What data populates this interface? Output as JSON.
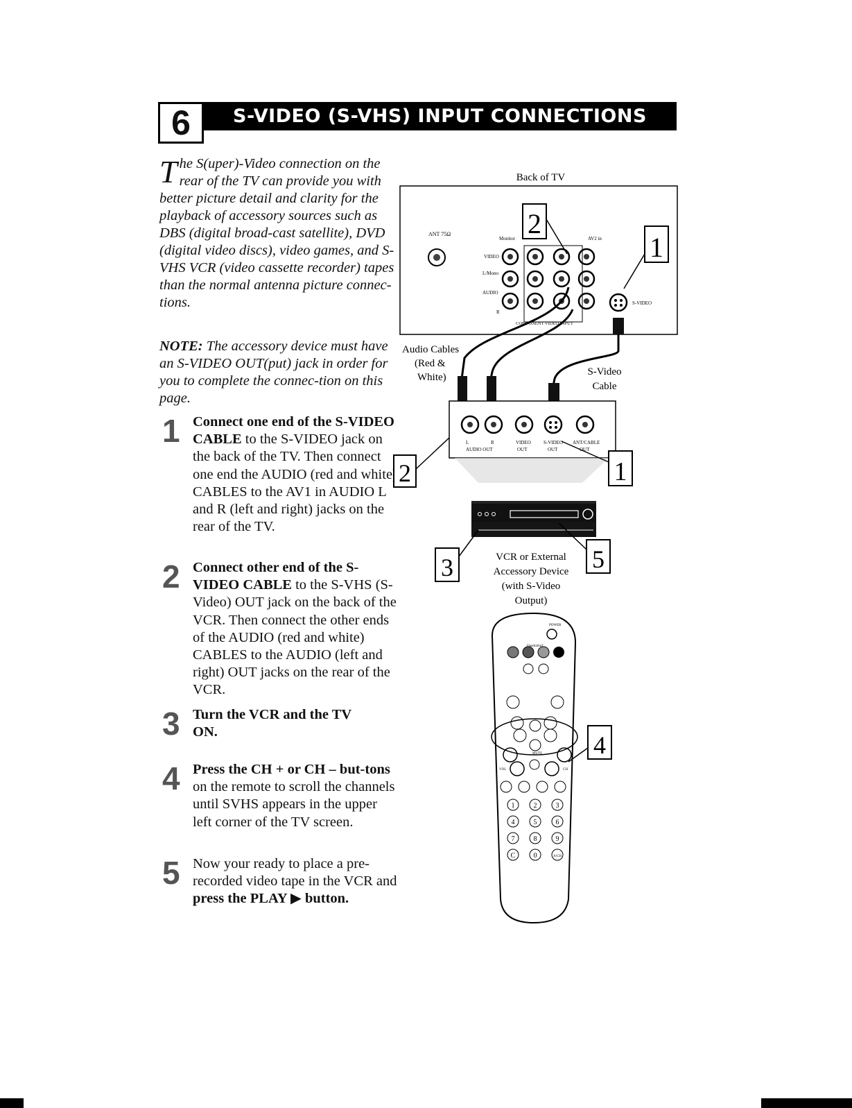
{
  "header": {
    "step_number": "6",
    "title": "S-VIDEO (S-VHS) INPUT CONNECTIONS"
  },
  "intro": {
    "drop_cap": "T",
    "text": "he S(uper)-Video connection on the rear of the TV can provide you with better picture detail and clarity for the playback of accessory sources such as DBS (digital broad-cast satellite), DVD (digital video discs), video games, and S-VHS VCR (video cassette recorder) tapes than the normal antenna picture connec-tions."
  },
  "note": {
    "label": "NOTE:",
    "text": "The accessory device must have an S-VIDEO OUT(put) jack in order for you to complete the connec-tion on this page."
  },
  "steps": [
    {
      "number": "1",
      "bold": "Connect one end of the S-VIDEO CABLE",
      "text": " to the S-VIDEO jack on the back of the TV. Then connect one end the AUDIO (red and white) CABLES to the AV1 in AUDIO L and R (left and right) jacks on the rear of the TV."
    },
    {
      "number": "2",
      "bold": "Connect other end of the S-VIDEO CABLE",
      "text": " to the S-VHS (S-Video) OUT jack on the back of the VCR. Then connect the other ends of the AUDIO (red and white) CABLES to the AUDIO (left and right) OUT jacks on the rear of the VCR."
    },
    {
      "number": "3",
      "bold": "Turn the VCR and the TV ON.",
      "text": ""
    },
    {
      "number": "4",
      "bold": "Press the CH + or CH – but-tons",
      "text": " on the remote to scroll the channels until SVHS appears in the upper left corner of the TV screen."
    },
    {
      "number": "5",
      "text_before": "Now your ready to place a pre-recorded video tape in the VCR and ",
      "bold": "press the PLAY ▶ button.",
      "text": ""
    }
  ],
  "diagram": {
    "back_of_tv": "Back of TV",
    "ant_label": "ANT 75Ω",
    "monitor_label": "Monitor",
    "av2_label": "AV2 in",
    "video_label": "VIDEO",
    "lmono_label": "L/Mono",
    "audio_label": "AUDIO",
    "r_label": "R",
    "svideo_label": "S-VIDEO",
    "component_label": "COMPONENT VIDEO INPUT",
    "audio_cables_line1": "Audio Cables",
    "audio_cables_line2": "(Red &",
    "audio_cables_line3": "White)",
    "svideo_cable_line1": "S-Video",
    "svideo_cable_line2": "Cable",
    "vcr_labels": [
      "L",
      "R",
      "VIDEO",
      "S-VIDEO",
      "ANT/CABLE"
    ],
    "vcr_sub_labels": [
      "AUDIO OUT",
      "OUT",
      "OUT",
      "OUT"
    ],
    "vcr_caption_line1": "VCR or External",
    "vcr_caption_line2": "Accessory Device",
    "vcr_caption_line3": "(with S-Video",
    "vcr_caption_line4": "Output)",
    "callouts": [
      "2",
      "1",
      "2",
      "1",
      "3",
      "5",
      "4"
    ],
    "remote": {
      "power": "POWER",
      "quadra": "QuadraSurf",
      "mute": "MUTE",
      "vol": "VOL",
      "ch": "CH",
      "digits": [
        "1",
        "2",
        "3",
        "4",
        "5",
        "6",
        "7",
        "8",
        "9",
        "C",
        "0",
        "A/CH"
      ]
    }
  }
}
